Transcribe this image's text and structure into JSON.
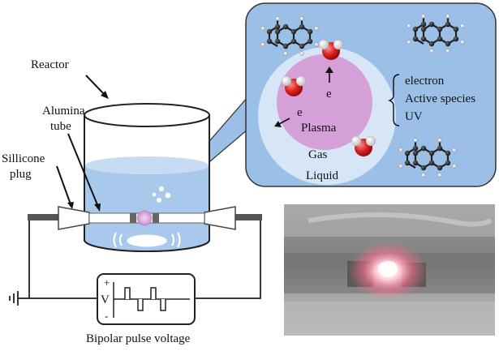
{
  "labels": {
    "reactor": "Reactor",
    "alumina_line1": "Alumina",
    "alumina_line2": "tube",
    "silicone_line1": "Sillicone",
    "silicone_line2": "plug",
    "voltage_caption": "Bipolar pulse voltage",
    "plus": "+",
    "minus": "-",
    "v_symbol": "V"
  },
  "inset": {
    "plasma": "Plasma",
    "gas": "Gas",
    "liquid": "Liquid",
    "electron_symbol_top": "e",
    "electron_symbol_left": "e",
    "products": [
      "electron",
      "Active species",
      "UV"
    ]
  },
  "colors": {
    "liquid_blue": "#a9c9ec",
    "inset_bg": "#9bbfe6",
    "gas_ring": "#d6e6f7",
    "plasma_pink": "#d59fd8",
    "oxygen_red": "#d81e1e",
    "hydrogen_white": "#ffffff",
    "carbon_black": "#1a1a1a",
    "plug_gray": "#777777",
    "glow_pink": "#ff7f9e"
  },
  "icons": {
    "ground": "ground-symbol-icon",
    "water_molecule": "water-molecule-icon",
    "aromatic_molecule": "polycyclic-aromatic-molecule-icon"
  }
}
